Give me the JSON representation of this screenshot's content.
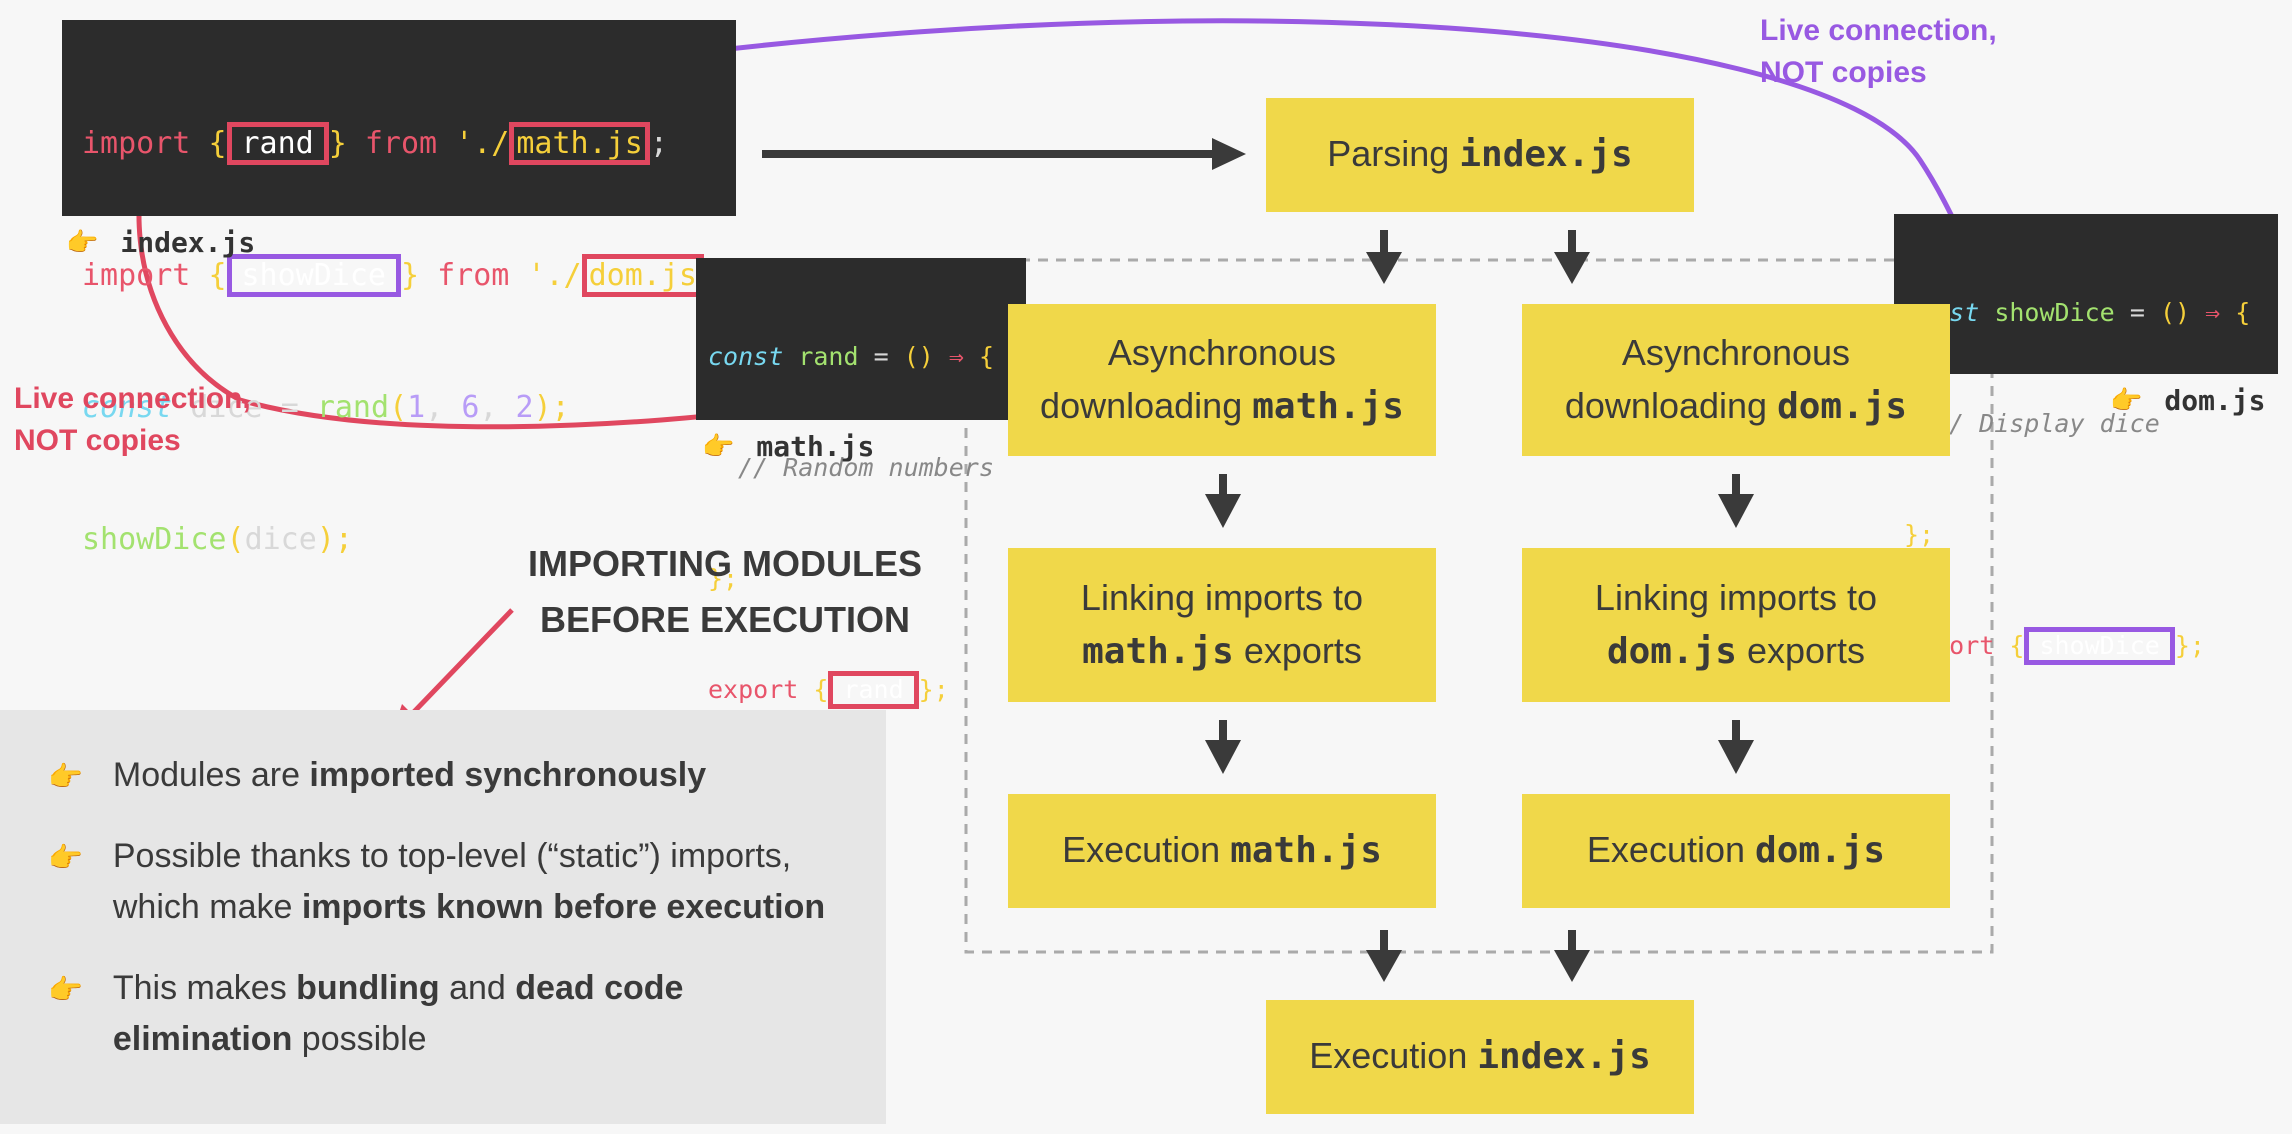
{
  "index_code": {
    "line1": {
      "kw": "import",
      "open": "{",
      "name": "rand",
      "close": "}",
      "from": "from",
      "path_prefix": "'./",
      "path": "math.js",
      "semi": ";"
    },
    "line2": {
      "kw": "import",
      "open": "{",
      "name": "showDice",
      "close": "}",
      "from": "from",
      "path_prefix": "'./",
      "path": "dom.js",
      "semi": ";"
    },
    "line3": {
      "kw": "const",
      "var": "dice",
      "eq": "=",
      "fn": "rand",
      "open": "(",
      "a": "1",
      "b": "6",
      "c": "2",
      "close": ");"
    },
    "line4": {
      "fn": "showDice",
      "open": "(",
      "arg": "dice",
      "close": ");"
    }
  },
  "math_code": {
    "line1": {
      "kw": "const",
      "fn": "rand",
      "eq": "=",
      "parens": "()",
      "arrow": "⇒",
      "open": "{"
    },
    "line2": "// Random numbers",
    "line3": "};",
    "line4": {
      "kw": "export",
      "open": "{",
      "name": "rand",
      "close": "};"
    }
  },
  "dom_code": {
    "line1": {
      "kw": "const",
      "fn": "showDice",
      "eq": "=",
      "parens": "()",
      "arrow": "⇒",
      "open": "{"
    },
    "line2": "// Display dice",
    "line3": "};",
    "line4": {
      "kw": "export",
      "open": "{",
      "name": "showDice",
      "close": "};"
    }
  },
  "labels": {
    "index": "index.js",
    "math": "math.js",
    "dom": "dom.js",
    "hand": "👉"
  },
  "notes": {
    "left_line1": "Live connection,",
    "left_line2": "NOT copies",
    "right_line1": "Live connection,",
    "right_line2": "NOT copies"
  },
  "boxes": {
    "parsing": {
      "text": "Parsing ",
      "code": "index.js"
    },
    "download_math": {
      "line1": "Asynchronous",
      "text": "downloading ",
      "code": "math.js"
    },
    "download_dom": {
      "line1": "Asynchronous",
      "text": "downloading ",
      "code": "dom.js"
    },
    "link_math": {
      "line1": "Linking imports to",
      "code": "math.js",
      "text": " exports"
    },
    "link_dom": {
      "line1": "Linking imports to",
      "code": "dom.js",
      "text": " exports"
    },
    "exec_math": {
      "text": "Execution ",
      "code": "math.js"
    },
    "exec_dom": {
      "text": "Execution ",
      "code": "dom.js"
    },
    "exec_index": {
      "text": "Execution ",
      "code": "index.js"
    }
  },
  "title": {
    "line1": "IMPORTING MODULES",
    "line2": "BEFORE EXECUTION"
  },
  "bullets": [
    {
      "pre": "Modules are ",
      "bold": "imported synchronously",
      "post": ""
    },
    {
      "line1": "Possible thanks to top-level (“static”) imports,",
      "pre": "which make ",
      "bold": "imports known before execution",
      "post": ""
    },
    {
      "pre": "This makes ",
      "bold1": "bundling",
      "mid": " and ",
      "bold2": "dead code",
      "line2_bold": "elimination",
      "post": " possible"
    }
  ],
  "colors": {
    "box": "#f0d84a",
    "red": "#e0475f",
    "purple": "#9859e2",
    "code_bg": "#2c2c2c",
    "arrow": "#3a3a3a"
  }
}
